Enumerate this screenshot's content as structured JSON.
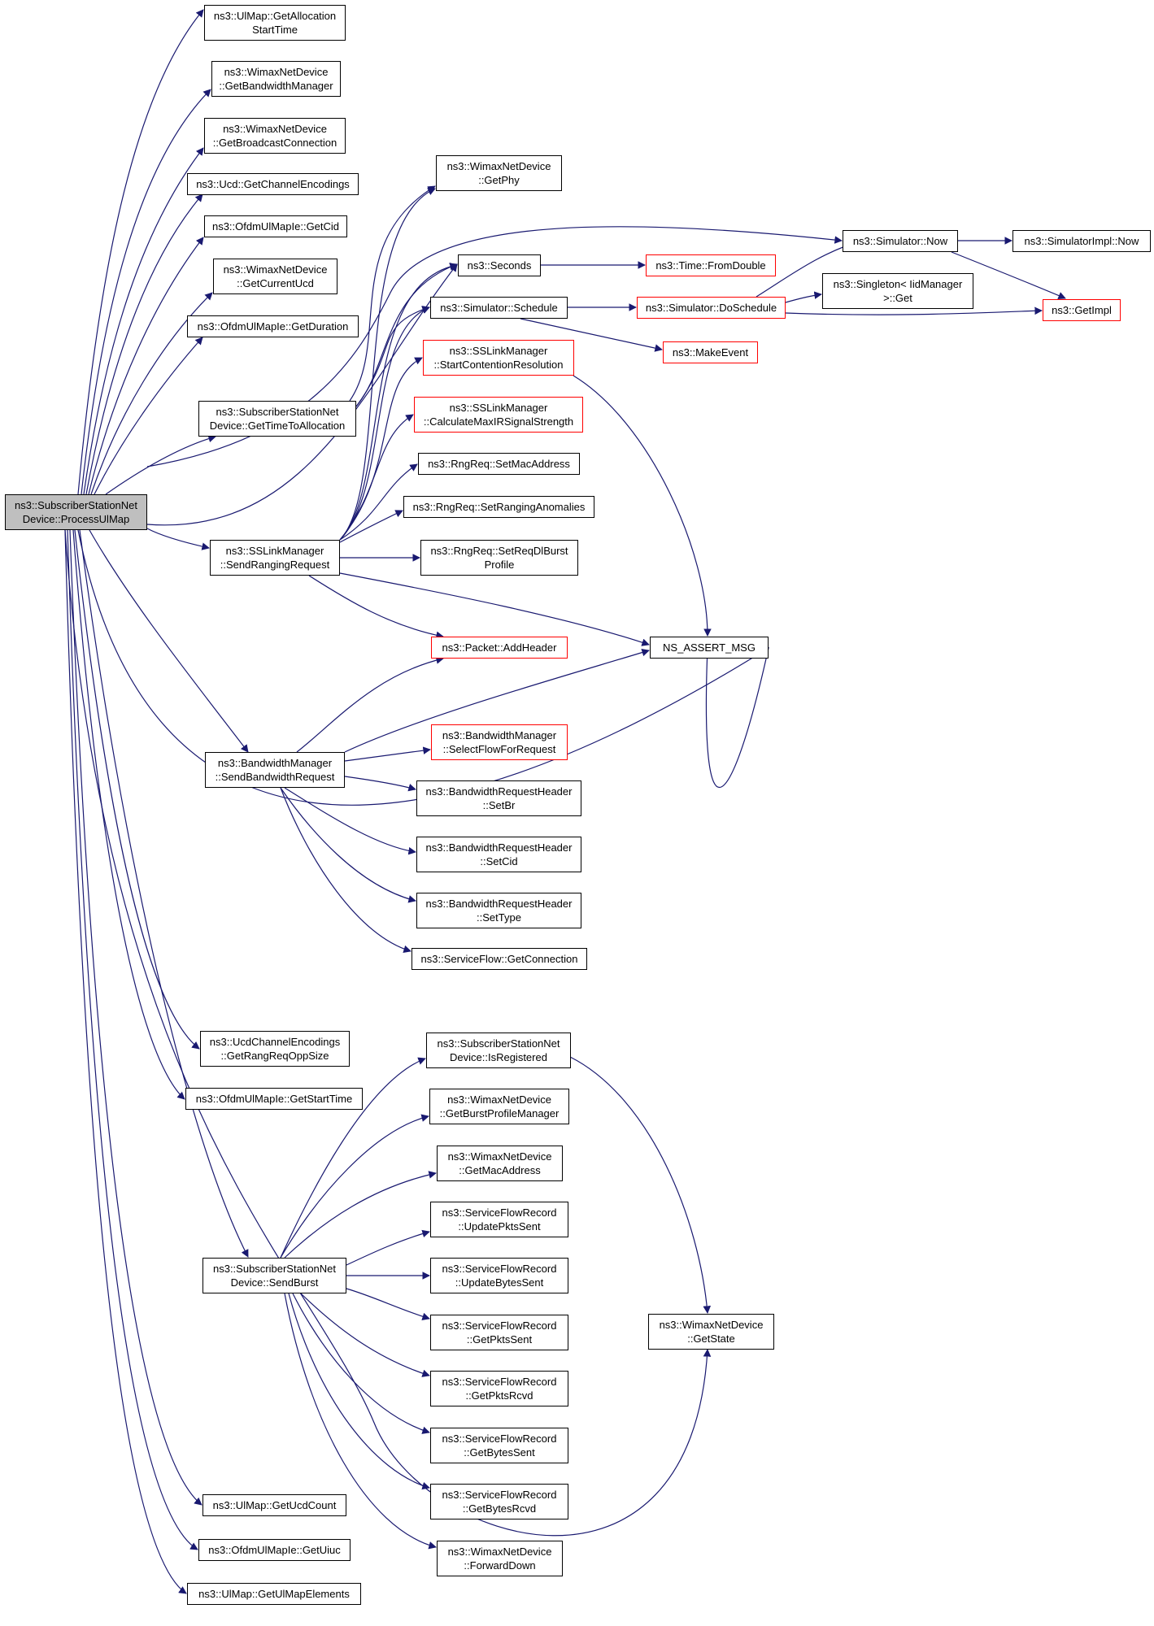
{
  "colors": {
    "edge": "#191970",
    "node_border": "#000000",
    "truncated_border": "#ff0000",
    "root_fill": "#bfbfbf"
  },
  "nodes": {
    "root": {
      "lines": [
        "ns3::SubscriberStationNet",
        "Device::ProcessUlMap"
      ]
    },
    "getAllocationStartTime": {
      "lines": [
        "ns3::UlMap::GetAllocation",
        "StartTime"
      ]
    },
    "getBandwidthManager": {
      "lines": [
        "ns3::WimaxNetDevice",
        "::GetBandwidthManager"
      ]
    },
    "getBroadcastConnection": {
      "lines": [
        "ns3::WimaxNetDevice",
        "::GetBroadcastConnection"
      ]
    },
    "getChannelEncodings": {
      "lines": [
        "ns3::Ucd::GetChannelEncodings"
      ]
    },
    "getCid": {
      "lines": [
        "ns3::OfdmUlMapIe::GetCid"
      ]
    },
    "getCurrentUcd": {
      "lines": [
        "ns3::WimaxNetDevice",
        "::GetCurrentUcd"
      ]
    },
    "getDuration": {
      "lines": [
        "ns3::OfdmUlMapIe::GetDuration"
      ]
    },
    "getTimeToAllocation": {
      "lines": [
        "ns3::SubscriberStationNet",
        "Device::GetTimeToAllocation"
      ]
    },
    "sendRangingRequest": {
      "lines": [
        "ns3::SSLinkManager",
        "::SendRangingRequest"
      ]
    },
    "sendBandwidthRequest": {
      "lines": [
        "ns3::BandwidthManager",
        "::SendBandwidthRequest"
      ]
    },
    "getRangReqOppSize": {
      "lines": [
        "ns3::UcdChannelEncodings",
        "::GetRangReqOppSize"
      ]
    },
    "getStartTime": {
      "lines": [
        "ns3::OfdmUlMapIe::GetStartTime"
      ]
    },
    "sendBurst": {
      "lines": [
        "ns3::SubscriberStationNet",
        "Device::SendBurst"
      ]
    },
    "getUcdCount": {
      "lines": [
        "ns3::UlMap::GetUcdCount"
      ]
    },
    "getUiuc": {
      "lines": [
        "ns3::OfdmUlMapIe::GetUiuc"
      ]
    },
    "getUlMapElements": {
      "lines": [
        "ns3::UlMap::GetUlMapElements"
      ]
    },
    "getPhy": {
      "lines": [
        "ns3::WimaxNetDevice",
        "::GetPhy"
      ]
    },
    "seconds": {
      "lines": [
        "ns3::Seconds"
      ]
    },
    "schedule": {
      "lines": [
        "ns3::Simulator::Schedule"
      ]
    },
    "startContentionResolution": {
      "lines": [
        "ns3::SSLinkManager",
        "::StartContentionResolution"
      ]
    },
    "calculateMaxIRSignalStrength": {
      "lines": [
        "ns3::SSLinkManager",
        "::CalculateMaxIRSignalStrength"
      ]
    },
    "setMacAddress": {
      "lines": [
        "ns3::RngReq::SetMacAddress"
      ]
    },
    "setRangingAnomalies": {
      "lines": [
        "ns3::RngReq::SetRangingAnomalies"
      ]
    },
    "setReqDlBurstProfile": {
      "lines": [
        "ns3::RngReq::SetReqDlBurst",
        "Profile"
      ]
    },
    "addHeader": {
      "lines": [
        "ns3::Packet::AddHeader"
      ]
    },
    "selectFlowForRequest": {
      "lines": [
        "ns3::BandwidthManager",
        "::SelectFlowForRequest"
      ]
    },
    "setBr": {
      "lines": [
        "ns3::BandwidthRequestHeader",
        "::SetBr"
      ]
    },
    "setCid": {
      "lines": [
        "ns3::BandwidthRequestHeader",
        "::SetCid"
      ]
    },
    "setType": {
      "lines": [
        "ns3::BandwidthRequestHeader",
        "::SetType"
      ]
    },
    "getConnection": {
      "lines": [
        "ns3::ServiceFlow::GetConnection"
      ]
    },
    "isRegistered": {
      "lines": [
        "ns3::SubscriberStationNet",
        "Device::IsRegistered"
      ]
    },
    "getBurstProfileManager": {
      "lines": [
        "ns3::WimaxNetDevice",
        "::GetBurstProfileManager"
      ]
    },
    "getMacAddress": {
      "lines": [
        "ns3::WimaxNetDevice",
        "::GetMacAddress"
      ]
    },
    "updatePktsSent": {
      "lines": [
        "ns3::ServiceFlowRecord",
        "::UpdatePktsSent"
      ]
    },
    "updateBytesSent": {
      "lines": [
        "ns3::ServiceFlowRecord",
        "::UpdateBytesSent"
      ]
    },
    "getPktsSent": {
      "lines": [
        "ns3::ServiceFlowRecord",
        "::GetPktsSent"
      ]
    },
    "getPktsRcvd": {
      "lines": [
        "ns3::ServiceFlowRecord",
        "::GetPktsRcvd"
      ]
    },
    "getBytesSent": {
      "lines": [
        "ns3::ServiceFlowRecord",
        "::GetBytesSent"
      ]
    },
    "getBytesRcvd": {
      "lines": [
        "ns3::ServiceFlowRecord",
        "::GetBytesRcvd"
      ]
    },
    "forwardDown": {
      "lines": [
        "ns3::WimaxNetDevice",
        "::ForwardDown"
      ]
    },
    "fromDouble": {
      "lines": [
        "ns3::Time::FromDouble"
      ]
    },
    "simulatorNow": {
      "lines": [
        "ns3::Simulator::Now"
      ]
    },
    "doSchedule": {
      "lines": [
        "ns3::Simulator::DoSchedule"
      ]
    },
    "makeEvent": {
      "lines": [
        "ns3::MakeEvent"
      ]
    },
    "singletonGet": {
      "lines": [
        "ns3::Singleton< IidManager",
        ">::Get"
      ]
    },
    "simulatorImplNow": {
      "lines": [
        "ns3::SimulatorImpl::Now"
      ]
    },
    "getImpl": {
      "lines": [
        "ns3::GetImpl"
      ]
    },
    "nsAssertMsg": {
      "lines": [
        "NS_ASSERT_MSG"
      ]
    },
    "getState": {
      "lines": [
        "ns3::WimaxNetDevice",
        "::GetState"
      ]
    }
  }
}
